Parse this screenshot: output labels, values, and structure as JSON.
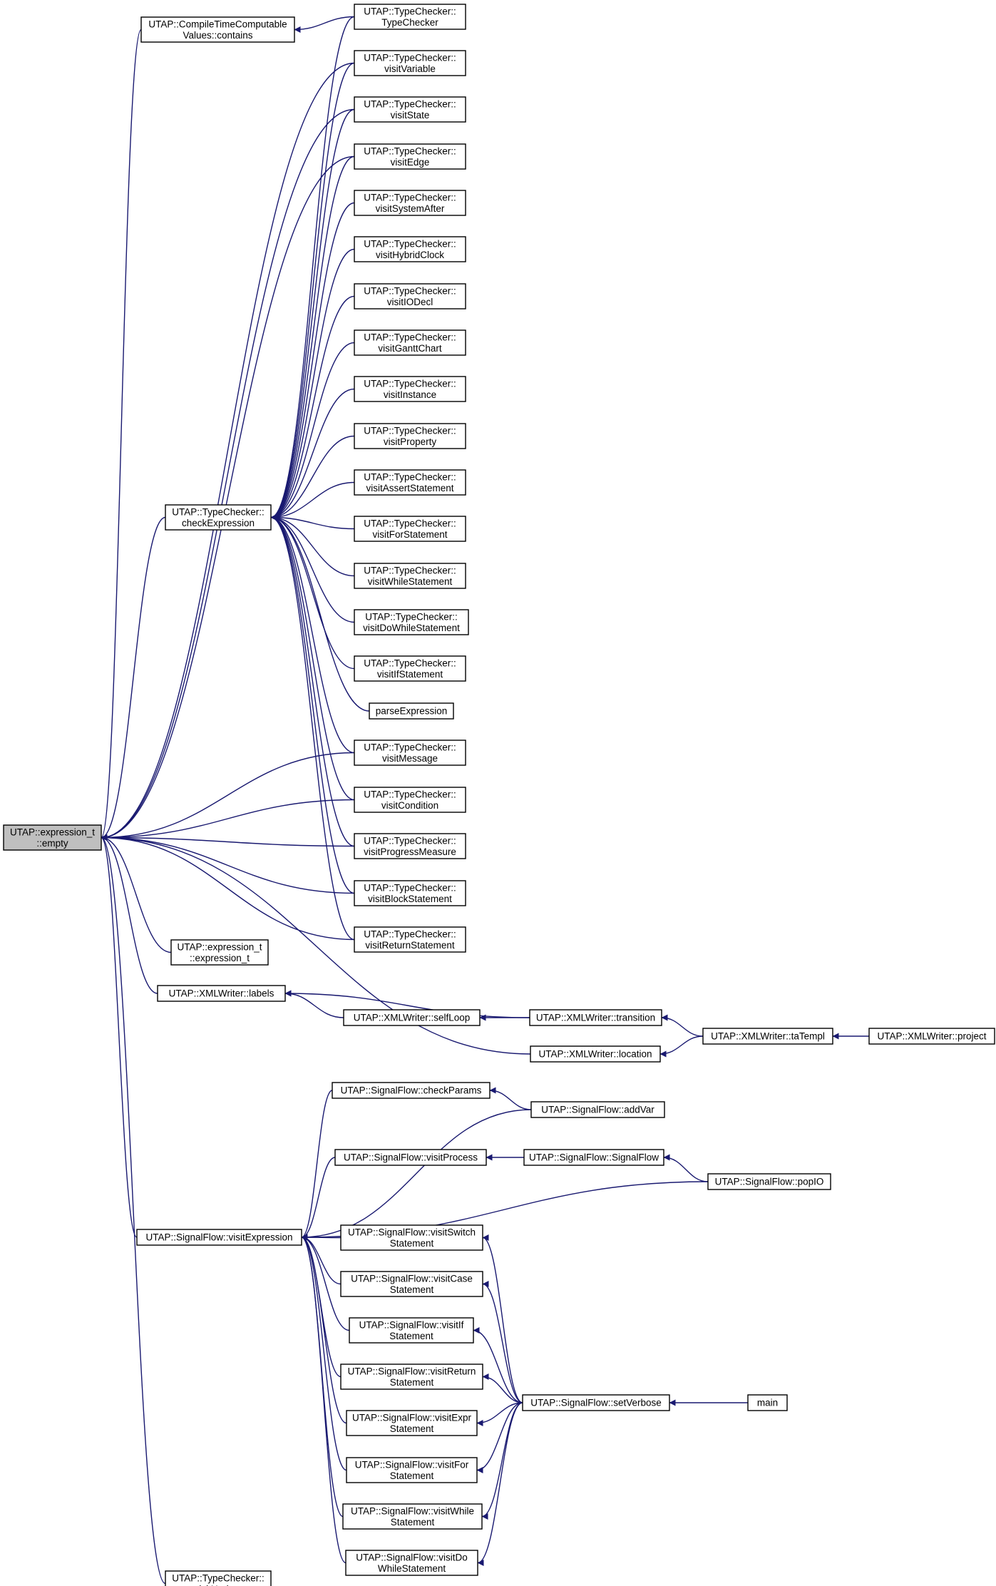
{
  "colors": {
    "edge": "#191970",
    "node_border": "#000000",
    "root_fill": "#bfbfbf",
    "node_fill": "#ffffff",
    "background": "#ffffff"
  },
  "nodes": [
    {
      "id": "n1",
      "lines": [
        "UTAP::expression_t",
        "::empty"
      ],
      "root": true
    },
    {
      "id": "n2",
      "lines": [
        "UTAP::CompileTimeComputable",
        "Values::contains"
      ]
    },
    {
      "id": "n3",
      "lines": [
        "UTAP::TypeChecker::",
        "TypeChecker"
      ]
    },
    {
      "id": "n4",
      "lines": [
        "UTAP::TypeChecker::",
        "visitVariable"
      ]
    },
    {
      "id": "n5",
      "lines": [
        "UTAP::TypeChecker::",
        "visitState"
      ]
    },
    {
      "id": "n6",
      "lines": [
        "UTAP::TypeChecker::",
        "visitEdge"
      ]
    },
    {
      "id": "n7",
      "lines": [
        "UTAP::TypeChecker::",
        "visitSystemAfter"
      ]
    },
    {
      "id": "n8",
      "lines": [
        "UTAP::TypeChecker::",
        "visitHybridClock"
      ]
    },
    {
      "id": "n9",
      "lines": [
        "UTAP::TypeChecker::",
        "visitIODecl"
      ]
    },
    {
      "id": "n10",
      "lines": [
        "UTAP::TypeChecker::",
        "visitGanttChart"
      ]
    },
    {
      "id": "n11",
      "lines": [
        "UTAP::TypeChecker::",
        "visitInstance"
      ]
    },
    {
      "id": "n12",
      "lines": [
        "UTAP::TypeChecker::",
        "visitProperty"
      ]
    },
    {
      "id": "n13",
      "lines": [
        "UTAP::TypeChecker::",
        "visitAssertStatement"
      ]
    },
    {
      "id": "n14",
      "lines": [
        "UTAP::TypeChecker::",
        "visitForStatement"
      ]
    },
    {
      "id": "n15",
      "lines": [
        "UTAP::TypeChecker::",
        "visitWhileStatement"
      ]
    },
    {
      "id": "n16",
      "lines": [
        "UTAP::TypeChecker::",
        "visitDoWhileStatement"
      ]
    },
    {
      "id": "n17",
      "lines": [
        "UTAP::TypeChecker::",
        "visitIfStatement"
      ]
    },
    {
      "id": "n18",
      "lines": [
        "parseExpression"
      ]
    },
    {
      "id": "n19",
      "lines": [
        "UTAP::TypeChecker::",
        "visitMessage"
      ]
    },
    {
      "id": "n20",
      "lines": [
        "UTAP::TypeChecker::",
        "visitCondition"
      ]
    },
    {
      "id": "n21",
      "lines": [
        "UTAP::TypeChecker::",
        "visitProgressMeasure"
      ]
    },
    {
      "id": "n22",
      "lines": [
        "UTAP::TypeChecker::",
        "visitBlockStatement"
      ]
    },
    {
      "id": "n23",
      "lines": [
        "UTAP::TypeChecker::",
        "visitReturnStatement"
      ]
    },
    {
      "id": "n24",
      "lines": [
        "UTAP::TypeChecker::",
        "checkExpression"
      ]
    },
    {
      "id": "n25",
      "lines": [
        "UTAP::expression_t",
        "::expression_t"
      ]
    },
    {
      "id": "n26",
      "lines": [
        "UTAP::XMLWriter::labels"
      ]
    },
    {
      "id": "n27",
      "lines": [
        "UTAP::XMLWriter::selfLoop"
      ]
    },
    {
      "id": "n28",
      "lines": [
        "UTAP::XMLWriter::transition"
      ]
    },
    {
      "id": "n29",
      "lines": [
        "UTAP::XMLWriter::taTempl"
      ]
    },
    {
      "id": "n30",
      "lines": [
        "UTAP::XMLWriter::project"
      ]
    },
    {
      "id": "n31",
      "lines": [
        "UTAP::XMLWriter::location"
      ]
    },
    {
      "id": "n32",
      "lines": [
        "UTAP::SignalFlow::checkParams"
      ]
    },
    {
      "id": "n33",
      "lines": [
        "UTAP::SignalFlow::addVar"
      ]
    },
    {
      "id": "n34",
      "lines": [
        "UTAP::SignalFlow::visitProcess"
      ]
    },
    {
      "id": "n35",
      "lines": [
        "UTAP::SignalFlow::SignalFlow"
      ]
    },
    {
      "id": "n36",
      "lines": [
        "UTAP::SignalFlow::popIO"
      ]
    },
    {
      "id": "n37",
      "lines": [
        "UTAP::SignalFlow::visitExpression"
      ]
    },
    {
      "id": "n38",
      "lines": [
        "UTAP::SignalFlow::visitSwitch",
        "Statement"
      ]
    },
    {
      "id": "n39",
      "lines": [
        "UTAP::SignalFlow::visitCase",
        "Statement"
      ]
    },
    {
      "id": "n40",
      "lines": [
        "UTAP::SignalFlow::visitIf",
        "Statement"
      ]
    },
    {
      "id": "n41",
      "lines": [
        "UTAP::SignalFlow::visitReturn",
        "Statement"
      ]
    },
    {
      "id": "n42",
      "lines": [
        "UTAP::SignalFlow::visitExpr",
        "Statement"
      ]
    },
    {
      "id": "n43",
      "lines": [
        "UTAP::SignalFlow::visitFor",
        "Statement"
      ]
    },
    {
      "id": "n44",
      "lines": [
        "UTAP::SignalFlow::visitWhile",
        "Statement"
      ]
    },
    {
      "id": "n45",
      "lines": [
        "UTAP::SignalFlow::visitDo",
        "WhileStatement"
      ]
    },
    {
      "id": "n46",
      "lines": [
        "UTAP::TypeChecker::",
        "visitUpdate"
      ]
    },
    {
      "id": "n47",
      "lines": [
        "UTAP::SignalFlow::setVerbose"
      ]
    },
    {
      "id": "n48",
      "lines": [
        "main"
      ]
    }
  ],
  "edges": [
    [
      "n2",
      "n1"
    ],
    [
      "n3",
      "n2"
    ],
    [
      "n4",
      "n1"
    ],
    [
      "n5",
      "n1"
    ],
    [
      "n6",
      "n1"
    ],
    [
      "n24",
      "n1"
    ],
    [
      "n19",
      "n1"
    ],
    [
      "n20",
      "n1"
    ],
    [
      "n21",
      "n1"
    ],
    [
      "n22",
      "n1"
    ],
    [
      "n23",
      "n1"
    ],
    [
      "n25",
      "n1"
    ],
    [
      "n26",
      "n1"
    ],
    [
      "n31",
      "n1"
    ],
    [
      "n37",
      "n1"
    ],
    [
      "n46",
      "n1"
    ],
    [
      "n3",
      "n24"
    ],
    [
      "n4",
      "n24"
    ],
    [
      "n5",
      "n24"
    ],
    [
      "n6",
      "n24"
    ],
    [
      "n7",
      "n24"
    ],
    [
      "n8",
      "n24"
    ],
    [
      "n9",
      "n24"
    ],
    [
      "n10",
      "n24"
    ],
    [
      "n11",
      "n24"
    ],
    [
      "n12",
      "n24"
    ],
    [
      "n13",
      "n24"
    ],
    [
      "n14",
      "n24"
    ],
    [
      "n15",
      "n24"
    ],
    [
      "n16",
      "n24"
    ],
    [
      "n17",
      "n24"
    ],
    [
      "n18",
      "n24"
    ],
    [
      "n19",
      "n24"
    ],
    [
      "n20",
      "n24"
    ],
    [
      "n21",
      "n24"
    ],
    [
      "n22",
      "n24"
    ],
    [
      "n23",
      "n24"
    ],
    [
      "n27",
      "n26"
    ],
    [
      "n28",
      "n26"
    ],
    [
      "n28",
      "n27"
    ],
    [
      "n29",
      "n28"
    ],
    [
      "n29",
      "n31"
    ],
    [
      "n30",
      "n29"
    ],
    [
      "n32",
      "n37"
    ],
    [
      "n33",
      "n37"
    ],
    [
      "n33",
      "n32"
    ],
    [
      "n34",
      "n37"
    ],
    [
      "n35",
      "n34"
    ],
    [
      "n36",
      "n35"
    ],
    [
      "n36",
      "n37"
    ],
    [
      "n38",
      "n37"
    ],
    [
      "n39",
      "n37"
    ],
    [
      "n40",
      "n37"
    ],
    [
      "n41",
      "n37"
    ],
    [
      "n42",
      "n37"
    ],
    [
      "n43",
      "n37"
    ],
    [
      "n44",
      "n37"
    ],
    [
      "n45",
      "n37"
    ],
    [
      "n47",
      "n38"
    ],
    [
      "n47",
      "n39"
    ],
    [
      "n47",
      "n40"
    ],
    [
      "n47",
      "n41"
    ],
    [
      "n47",
      "n42"
    ],
    [
      "n47",
      "n43"
    ],
    [
      "n47",
      "n44"
    ],
    [
      "n47",
      "n45"
    ],
    [
      "n48",
      "n47"
    ]
  ]
}
